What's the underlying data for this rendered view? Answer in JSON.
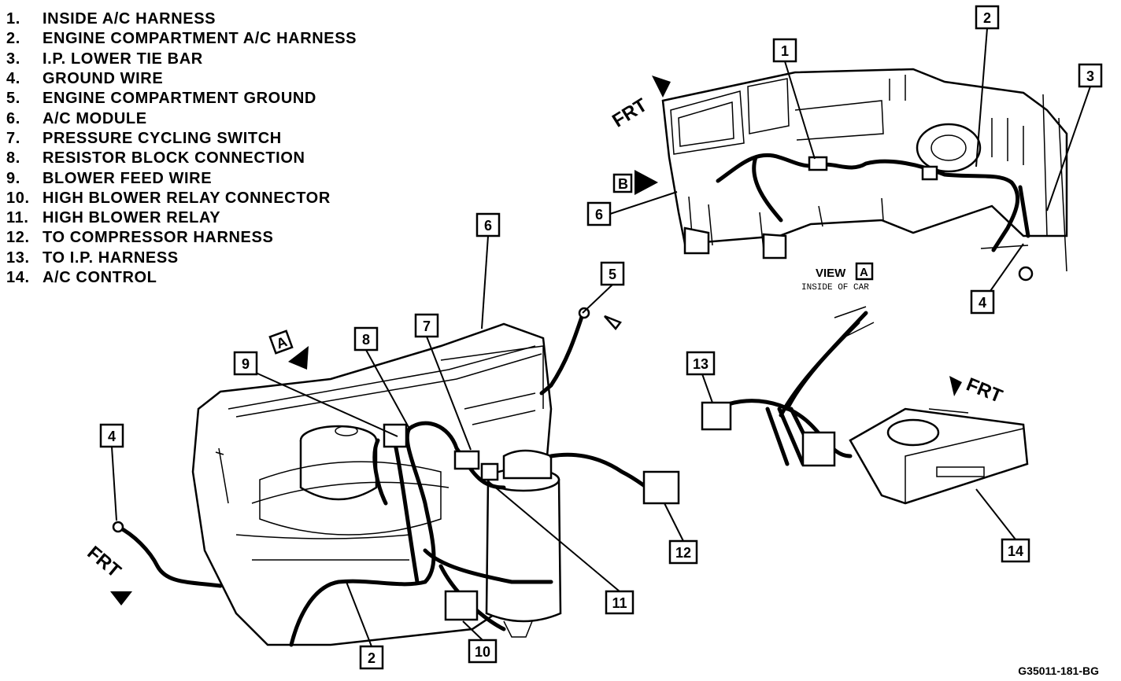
{
  "legend": [
    {
      "num": "1.",
      "label": "INSIDE A/C HARNESS"
    },
    {
      "num": "2.",
      "label": "ENGINE COMPARTMENT A/C HARNESS"
    },
    {
      "num": "3.",
      "label": "I.P. LOWER TIE BAR"
    },
    {
      "num": "4.",
      "label": "GROUND WIRE"
    },
    {
      "num": "5.",
      "label": "ENGINE COMPARTMENT GROUND"
    },
    {
      "num": "6.",
      "label": "A/C MODULE"
    },
    {
      "num": "7.",
      "label": "PRESSURE CYCLING SWITCH"
    },
    {
      "num": "8.",
      "label": "RESISTOR BLOCK CONNECTION"
    },
    {
      "num": "9.",
      "label": "BLOWER FEED WIRE"
    },
    {
      "num": "10.",
      "label": "HIGH BLOWER RELAY CONNECTOR"
    },
    {
      "num": "11.",
      "label": "HIGH BLOWER RELAY"
    },
    {
      "num": "12.",
      "label": "TO COMPRESSOR HARNESS"
    },
    {
      "num": "13.",
      "label": "TO I.P. HARNESS"
    },
    {
      "num": "14.",
      "label": "A/C CONTROL"
    }
  ],
  "callouts": {
    "c1": "1",
    "c2_top": "2",
    "c3": "3",
    "c6_top": "6",
    "c4_top": "4",
    "c6": "6",
    "c5": "5",
    "c7": "7",
    "c8": "8",
    "c9": "9",
    "c4": "4",
    "c2": "2",
    "c10": "10",
    "c11": "11",
    "c12": "12",
    "c13": "13",
    "c14": "14"
  },
  "view": {
    "title": "VIEW",
    "letter": "A",
    "subtitle": "INSIDE OF CAR"
  },
  "arrows": {
    "frt": "FRT",
    "a": "A",
    "b": "B"
  },
  "figure_code": "G35011-181-BG"
}
